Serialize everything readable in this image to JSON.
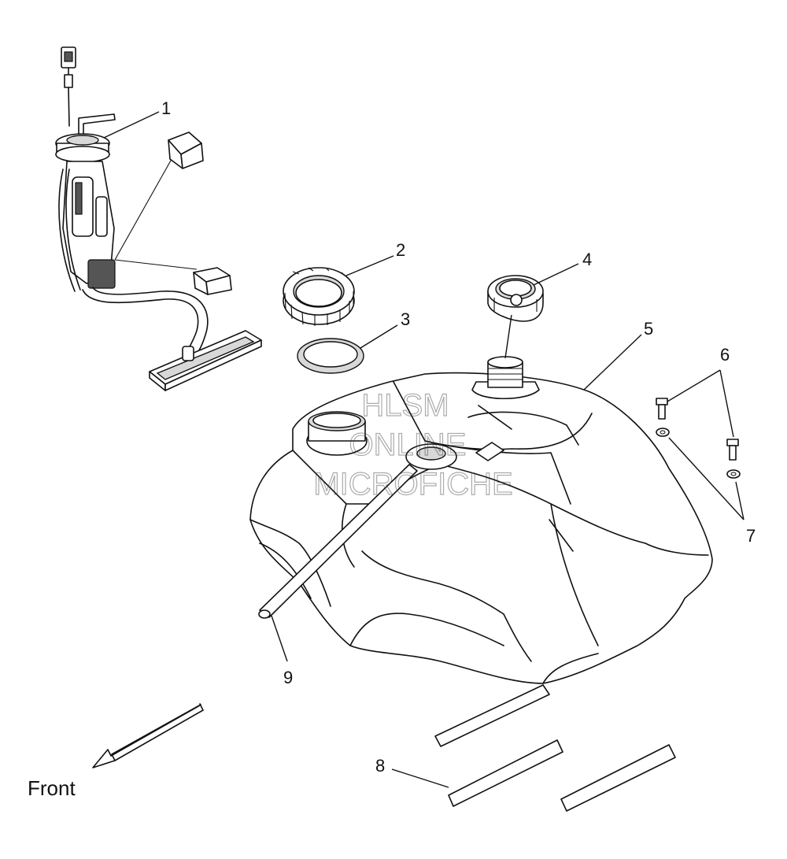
{
  "callouts": [
    {
      "id": "1",
      "label": "1"
    },
    {
      "id": "2",
      "label": "2"
    },
    {
      "id": "3",
      "label": "3"
    },
    {
      "id": "4",
      "label": "4"
    },
    {
      "id": "5",
      "label": "5"
    },
    {
      "id": "6",
      "label": "6"
    },
    {
      "id": "7",
      "label": "7"
    },
    {
      "id": "8",
      "label": "8"
    },
    {
      "id": "9",
      "label": "9"
    }
  ],
  "direction_label": "Front",
  "watermark": {
    "line1": "HLSM",
    "line2": "ONLINE",
    "line3": "MICROFICHE"
  }
}
